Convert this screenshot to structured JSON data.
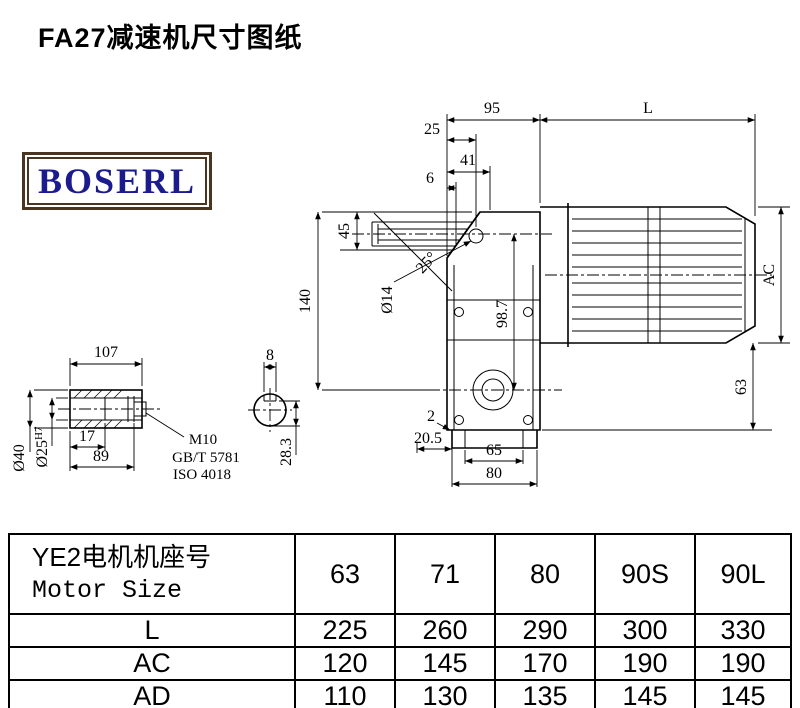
{
  "page": {
    "title": "FA27减速机尺寸图纸"
  },
  "logo": {
    "text": "BOSERL"
  },
  "drawing": {
    "dims": {
      "d95": "95",
      "dL": "L",
      "d25": "25",
      "d41": "41",
      "d6": "6",
      "d45": "45",
      "d140": "140",
      "dia14": "Ø14",
      "ang25": "25°",
      "d98_7": "98.7",
      "dAC": "AC",
      "d63": "63",
      "d2": "2",
      "d20_5": "20.5",
      "d65": "65",
      "d80": "80",
      "d107": "107",
      "d8": "8",
      "d17": "17",
      "d89": "89",
      "m10": "M10",
      "gbt5781": "GB/T 5781",
      "iso4018": "ISO 4018",
      "dia40": "Ø40",
      "dia25": "Ø25",
      "h7": "H7",
      "d28_3": "28.3"
    }
  },
  "table": {
    "header": {
      "line1": "YE2电机机座号",
      "line2": "Motor Size"
    },
    "columns": [
      "63",
      "71",
      "80",
      "90S",
      "90L"
    ],
    "rows": [
      {
        "label": "L",
        "values": [
          "225",
          "260",
          "290",
          "300",
          "330"
        ]
      },
      {
        "label": "AC",
        "values": [
          "120",
          "145",
          "170",
          "190",
          "190"
        ]
      },
      {
        "label": "AD",
        "values": [
          "110",
          "130",
          "135",
          "145",
          "145"
        ]
      }
    ]
  }
}
